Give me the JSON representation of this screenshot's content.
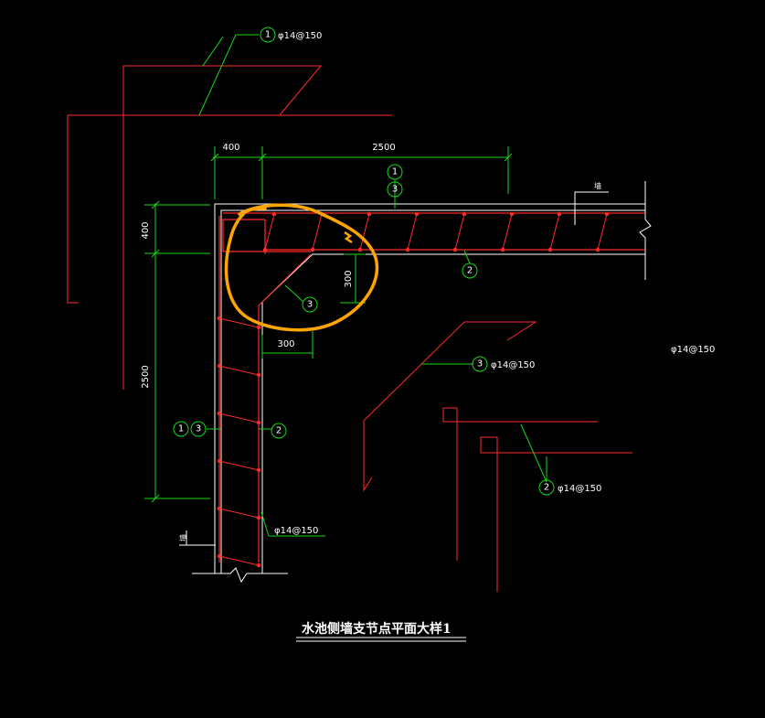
{
  "drawing": {
    "title": "水池侧墙支节点平面大样1",
    "colors": {
      "background": "#000000",
      "wall": "#ffffff",
      "rebar": "#ff2a2a",
      "dimension": "#16d916",
      "leader": "#16d916",
      "markup": "#ffa500"
    },
    "labels": {
      "bar1_spec": "φ14@150",
      "bar3_spec": "φ14@150",
      "bar2_spec": "φ14@150",
      "stray_spec": "φ14@150",
      "wall_bar_spec": "φ14@150",
      "wall_tag_right": "墙",
      "wall_tag_bottom": "墙"
    },
    "dimensions": {
      "top_left": "400",
      "top_main": "2500",
      "left_top": "400",
      "left_main": "2500",
      "haunch_h": "300",
      "haunch_v": "300"
    },
    "bubbles": {
      "b1_top": "1",
      "b1_dim": "1",
      "b3_dim": "3",
      "b2_top": "2",
      "b3_haunch": "3",
      "b3_right": "3",
      "b2_right": "2",
      "b1_left": "1",
      "b3_left": "3",
      "b2_left": "2"
    }
  }
}
